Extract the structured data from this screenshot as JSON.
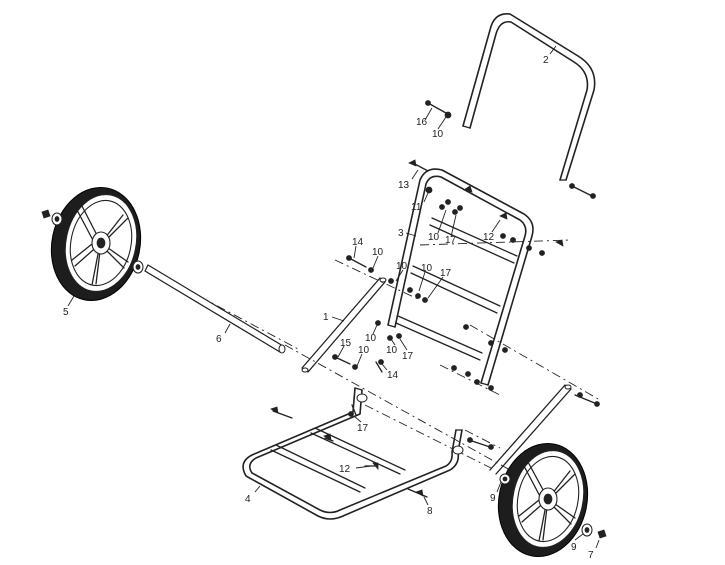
{
  "callouts": {
    "c1": "1",
    "c2": "2",
    "c3": "3",
    "c4": "4",
    "c5": "5",
    "c6": "6",
    "c7": "7",
    "c8": "8",
    "c9a": "9",
    "c9b": "9",
    "c10a": "10",
    "c10b": "10",
    "c10c": "10",
    "c10d": "10",
    "c10e": "10",
    "c10f": "10",
    "c10g": "10",
    "c10h": "10",
    "c11": "11",
    "c12a": "12",
    "c12b": "12",
    "c13": "13",
    "c14a": "14",
    "c14b": "14",
    "c15": "15",
    "c16": "16",
    "c17a": "17",
    "c17b": "17",
    "c17c": "17",
    "c17d": "17"
  }
}
